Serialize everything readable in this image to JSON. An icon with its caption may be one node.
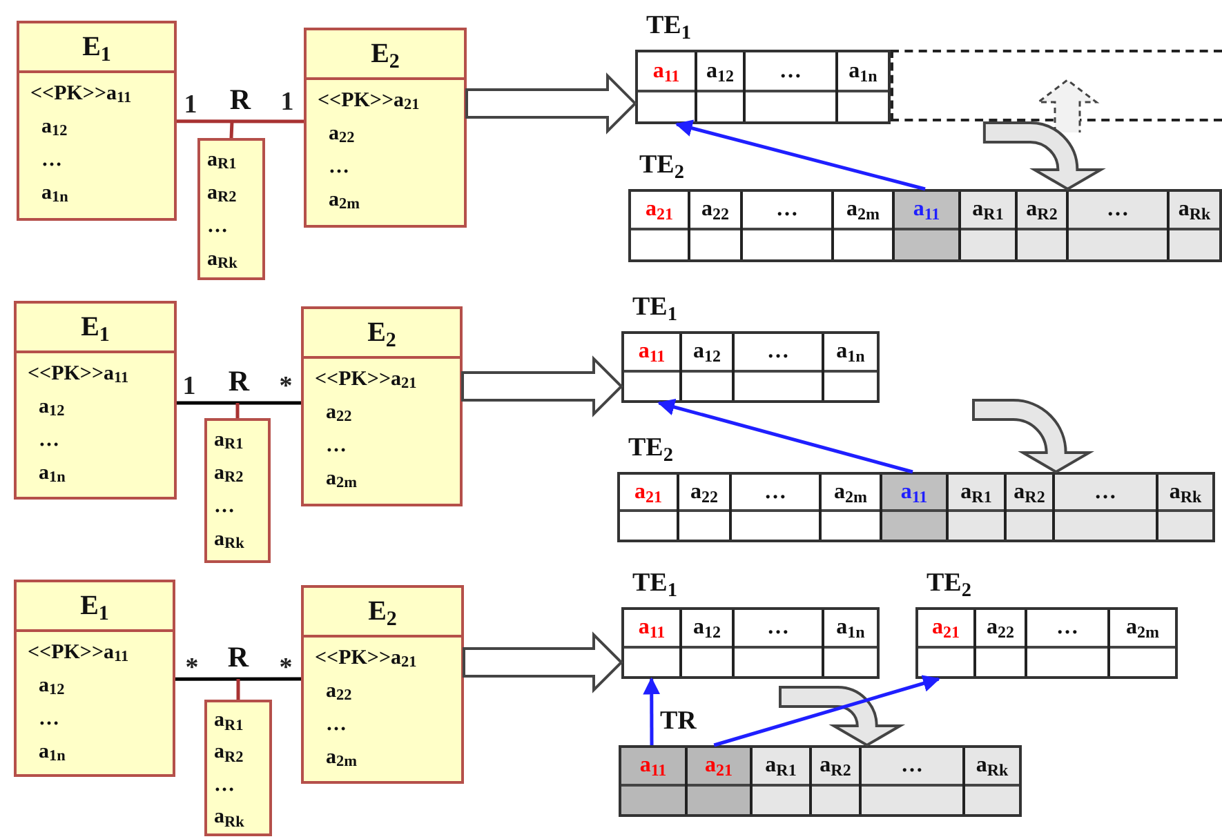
{
  "diagram": {
    "nodes": [
      {
        "text": [
          "E$_{1}$",
          "<<PK>>a$_{11}$",
          "a$_{12}$",
          "…",
          "a$_{1n}$"
        ]
      },
      {
        "text": [
          "a$_{R1}$",
          "a$_{R2}$",
          "…",
          "a$_{Rk}$"
        ]
      },
      {
        "text": [
          "E$_{2}$",
          "<<PK>>a$_{21}$",
          "a$_{22}$",
          "…",
          "a$_{2m}$"
        ]
      },
      {
        "text": [
          "TE$_{1}$"
        ]
      },
      {
        "text": [
          "a$_{11}$"
        ],
        "in": 3
      },
      {
        "text": [
          "a$_{12}$"
        ],
        "in": 3
      },
      {
        "text": [
          "…"
        ],
        "in": 3
      },
      {
        "text": [
          "a$_{1n}$"
        ],
        "in": 3
      },
      {
        "text": [],
        "shape": "box"
      },
      {
        "text": [
          "TE$_{2}$"
        ]
      },
      {
        "text": [
          "a$_{21}$"
        ],
        "in": 9
      },
      {
        "text": [
          "a$_{22}$"
        ],
        "in": 9
      },
      {
        "text": [
          "…"
        ],
        "in": 9
      },
      {
        "text": [
          "a$_{2m}$"
        ],
        "in": 9
      },
      {
        "text": [
          "a$_{11}$"
        ],
        "in": 9
      },
      {
        "text": [
          "a$_{R1}$"
        ],
        "in": 9
      },
      {
        "text": [
          "a$_{R2}$"
        ],
        "in": 9
      },
      {
        "text": [
          "…"
        ],
        "in": 9
      },
      {
        "text": [
          "a$_{Rk}$"
        ],
        "in": 9
      },
      {
        "text": [
          "E$_{1}$",
          "<<PK>>a$_{11}$",
          "a$_{12}$",
          "…",
          "a$_{1n}$"
        ]
      },
      {
        "text": [
          "a$_{R1}$",
          "a$_{R2}$",
          "…",
          "a$_{Rk}$"
        ]
      },
      {
        "text": [
          "E$_{2}$",
          "<<PK>>a$_{21}$",
          "a$_{22}$",
          "…",
          "a$_{2m}$"
        ]
      },
      {
        "text": [
          "TE$_{1}$"
        ]
      },
      {
        "text": [
          "a$_{11}$"
        ],
        "in": 22
      },
      {
        "text": [
          "a$_{12}$"
        ],
        "in": 22
      },
      {
        "text": [
          "…"
        ],
        "in": 22
      },
      {
        "text": [
          "a$_{1n}$"
        ],
        "in": 22
      },
      {
        "text": [
          "TE$_{2}$"
        ]
      },
      {
        "text": [
          "a$_{21}$"
        ],
        "in": 27
      },
      {
        "text": [
          "a$_{22}$"
        ],
        "in": 27
      },
      {
        "text": [
          "…"
        ],
        "in": 27
      },
      {
        "text": [
          "a$_{2m}$"
        ],
        "in": 27
      },
      {
        "text": [
          "a$_{11}$"
        ],
        "in": 27
      },
      {
        "text": [
          "a$_{R1}$"
        ],
        "in": 27
      },
      {
        "text": [
          "a$_{R2}$"
        ],
        "in": 27
      },
      {
        "text": [
          "…"
        ],
        "in": 27
      },
      {
        "text": [
          "a$_{Rk}$"
        ],
        "in": 27
      },
      {
        "text": [
          "E$_{1}$",
          "<<PK>>a$_{11}$",
          "a$_{12}$",
          "…",
          "a$_{1n}$"
        ]
      },
      {
        "text": [
          "a$_{R1}$",
          "a$_{R2}$",
          "…",
          "a$_{Rk}$"
        ]
      },
      {
        "text": [
          "E$_{2}$",
          "<<PK>>a$_{21}$",
          "a$_{22}$",
          "…",
          "a$_{2m}$"
        ]
      },
      {
        "text": [
          "TE$_{1}$"
        ]
      },
      {
        "text": [
          "a$_{11}$"
        ],
        "in": 40
      },
      {
        "text": [
          "a$_{12}$"
        ],
        "in": 40
      },
      {
        "text": [
          "…"
        ],
        "in": 40
      },
      {
        "text": [
          "a$_{1n}$"
        ],
        "in": 40
      },
      {
        "text": [
          "TE$_{2}$"
        ]
      },
      {
        "text": [
          "a$_{21}$"
        ],
        "in": 45
      },
      {
        "text": [
          "a$_{22}$"
        ],
        "in": 45
      },
      {
        "text": [
          "…"
        ],
        "in": 45
      },
      {
        "text": [
          "a$_{2m}$"
        ],
        "in": 45
      },
      {
        "text": [
          "TR"
        ]
      },
      {
        "text": [
          "a$_{11}$"
        ],
        "in": 50
      },
      {
        "text": [
          "a$_{21}$"
        ],
        "in": 50
      },
      {
        "text": [
          "a$_{R1}$"
        ],
        "in": 50
      },
      {
        "text": [
          "a$_{R2}$"
        ],
        "in": 50
      },
      {
        "text": [
          "…"
        ],
        "in": 50
      },
      {
        "text": [
          "a$_{Rk}$"
        ],
        "in": 50
      }
    ],
    "edges": [
      {
        "from": 0,
        "to": 2,
        "arrow": "none",
        "label": "R",
        "color": "#a83232"
      },
      {
        "from": null,
        "to": 1,
        "arrow": "none",
        "color": "#a83232"
      },
      {
        "from": 2,
        "to": 3,
        "arrow": "to",
        "style": "thick"
      },
      {
        "from": 8,
        "to": 9,
        "arrow": "to",
        "style": "thick",
        "color": "#e6e6e6"
      },
      {
        "from": 14,
        "to": 4,
        "arrow": "to",
        "color": "#1f1fff"
      },
      {
        "from": 19,
        "to": 21,
        "arrow": "none",
        "label": "R",
        "color": "#000000"
      },
      {
        "from": null,
        "to": 20,
        "arrow": "none",
        "color": "#a83232"
      },
      {
        "from": 21,
        "to": 22,
        "arrow": "to",
        "style": "thick"
      },
      {
        "from": null,
        "to": 27,
        "arrow": "to",
        "style": "thick",
        "color": "#e6e6e6"
      },
      {
        "from": 32,
        "to": 23,
        "arrow": "to",
        "color": "#1f1fff"
      },
      {
        "from": 37,
        "to": 39,
        "arrow": "none",
        "label": "R",
        "color": "#000000"
      },
      {
        "from": null,
        "to": 38,
        "arrow": "none",
        "color": "#a83232"
      },
      {
        "from": 39,
        "to": 40,
        "arrow": "to",
        "style": "thick"
      },
      {
        "from": null,
        "to": 50,
        "arrow": "to",
        "style": "thick",
        "color": "#e6e6e6"
      },
      {
        "from": 51,
        "to": 41,
        "arrow": "to",
        "color": "#1f1fff"
      },
      {
        "from": 52,
        "to": 46,
        "arrow": "to",
        "color": "#1f1fff"
      }
    ],
    "labels": [
      "1",
      "1",
      "1",
      "*",
      "*",
      "*"
    ]
  }
}
